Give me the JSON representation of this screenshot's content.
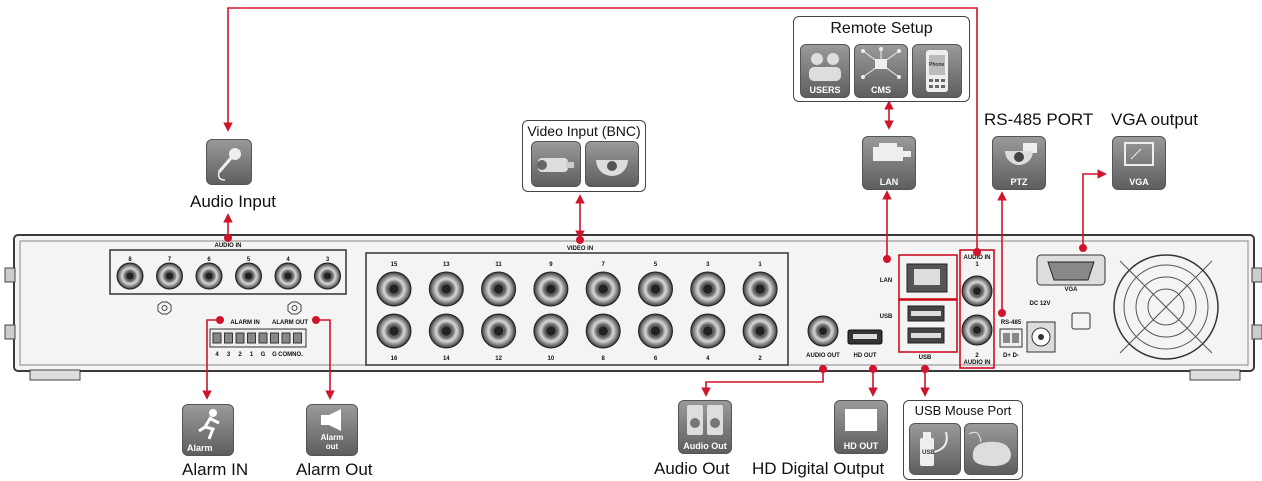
{
  "callouts": {
    "audio_input": "Audio Input",
    "alarm_in": "Alarm IN",
    "alarm_out": "Alarm Out",
    "audio_out": "Audio Out",
    "hd_output": "HD Digital Output",
    "rs485": "RS-485 PORT",
    "vga_output": "VGA output"
  },
  "boxes": {
    "video_input_title": "Video Input (BNC)",
    "remote_setup_title": "Remote Setup",
    "usb_mouse_title": "USB Mouse Port"
  },
  "icon_captions": {
    "users": "USERS",
    "cms": "CMS",
    "phone": "Phone",
    "lan": "LAN",
    "ptz": "PTZ",
    "vga": "VGA",
    "alarm": "Alarm",
    "alarm_out_l1": "Alarm",
    "alarm_out_l2": "out",
    "audio_out": "Audio Out",
    "hd_out": "HD OUT",
    "usb": "USB"
  },
  "panel": {
    "audio_in_label": "AUDIO IN",
    "audio_in_channels": [
      "8",
      "7",
      "6",
      "5",
      "4",
      "3"
    ],
    "video_in_label": "VIDEO IN",
    "video_top_channels": [
      "15",
      "13",
      "11",
      "9",
      "7",
      "5",
      "3",
      "1"
    ],
    "video_bottom_channels": [
      "16",
      "14",
      "12",
      "10",
      "8",
      "6",
      "4",
      "2"
    ],
    "alarm_in_label": "ALARM IN",
    "alarm_out_label": "ALARM OUT",
    "alarm_terminals": [
      "4",
      "3",
      "2",
      "1",
      "G",
      "G",
      "COM.",
      "NO."
    ],
    "audio_out_label": "AUDIO OUT",
    "hd_out_label": "HD OUT",
    "lan_label": "LAN",
    "usb_label": "USB",
    "usb_bottom_label": "USB",
    "audio_in_1_label": "AUDIO IN",
    "audio_in_1_num": "1",
    "audio_in_2_num": "2",
    "audio_in_2_label": "AUDIO IN",
    "rs485_label": "RS-485",
    "rs485_pins": "D+  D-",
    "dc_label": "DC 12V",
    "vga_label": "VGA"
  },
  "colors": {
    "arrow": "#d0142c",
    "panel_body": "#f4f4f4",
    "panel_edge": "#3a3a3a",
    "icon_gray": "#7a7a7a"
  }
}
